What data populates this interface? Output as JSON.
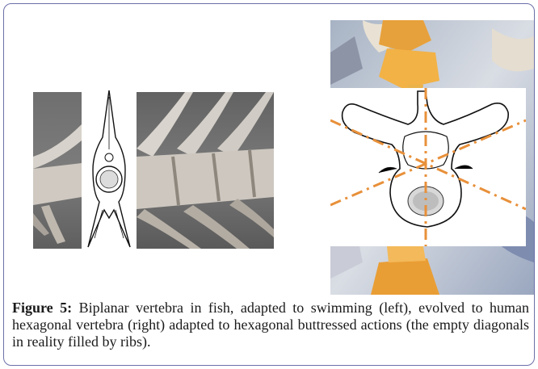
{
  "figure": {
    "label": "Figure 5:",
    "caption": "Biplanar vertebra in fish, adapted to swimming (left), evolved to human hexagonal vertebra (right) adapted to hexagonal buttressed actions (the empty diagonals in reality filled by ribs).",
    "border_color": "#6c6fa8",
    "accent_color": "#e8903a",
    "left_image": "fish-vertebra-photo-and-drawing",
    "right_image": "human-vertebra-hexagonal-diagram"
  }
}
